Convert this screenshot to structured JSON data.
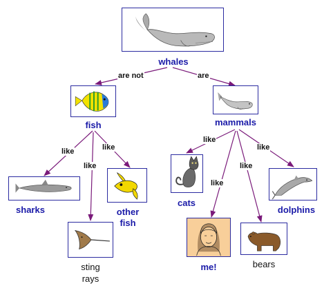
{
  "nodes": {
    "whales": {
      "label": "whales",
      "icon": "whale-icon"
    },
    "fish": {
      "label": "fish",
      "icon": "tropical-fish-icon"
    },
    "mammals": {
      "label": "mammals",
      "icon": "whale-icon"
    },
    "sharks": {
      "label": "sharks",
      "icon": "shark-icon"
    },
    "sting_rays": {
      "label_line1": "sting",
      "label_line2": "rays",
      "icon": "sting-ray-icon"
    },
    "other_fish": {
      "label_line1": "other",
      "label_line2": "fish",
      "icon": "fish-icon"
    },
    "cats": {
      "label": "cats",
      "icon": "cat-icon"
    },
    "me": {
      "label": "me!",
      "icon": "person-icon"
    },
    "bears": {
      "label": "bears",
      "icon": "bear-icon"
    },
    "dolphins": {
      "label": "dolphins",
      "icon": "dolphin-icon"
    }
  },
  "edges": {
    "whales_fish": "are not",
    "whales_mammals": "are",
    "fish_sharks": "like",
    "fish_stingrays": "like",
    "fish_otherfish": "like",
    "mammals_cats": "like",
    "mammals_me": "like",
    "mammals_bears": "like",
    "mammals_dolphins": "like"
  },
  "colors": {
    "label_blue": "#1a1aa8",
    "arrow_purple": "#7a1a7a",
    "box_border": "#2a2aa0"
  }
}
